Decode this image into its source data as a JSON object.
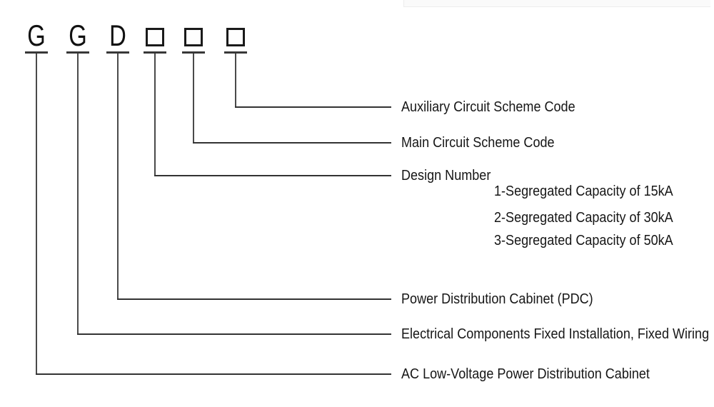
{
  "model_code": {
    "letters": [
      "G",
      "G",
      "D"
    ],
    "box_count": 3
  },
  "callouts": [
    {
      "id": "auxiliary-circuit-scheme-code",
      "label": "Auxiliary Circuit Scheme Code"
    },
    {
      "id": "main-circuit-scheme-code",
      "label": "Main Circuit Scheme Code"
    },
    {
      "id": "design-number",
      "label": "Design Number"
    },
    {
      "id": "power-distribution-cabinet",
      "label": "Power Distribution Cabinet (PDC)"
    },
    {
      "id": "electrical-components",
      "label": "Electrical Components Fixed Installation, Fixed Wiring"
    },
    {
      "id": "ac-low-voltage-cabinet",
      "label": "AC Low-Voltage Power Distribution Cabinet"
    }
  ],
  "design_number_options": [
    "1-Segregated Capacity of 15kA",
    "2-Segregated Capacity of 30kA",
    "3-Segregated Capacity of 50kA"
  ],
  "colors": {
    "line": "#333333",
    "stem": "#4a4a4a",
    "text": "#161616",
    "box_border": "#1a1a1a",
    "top_strip": "#fafafa"
  }
}
